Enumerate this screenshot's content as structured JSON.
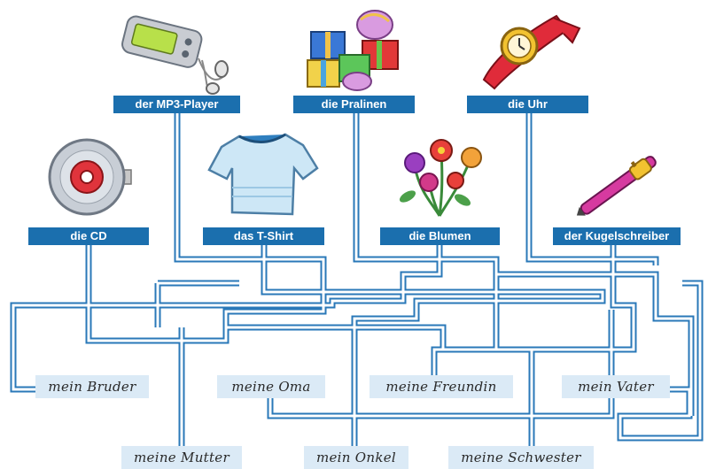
{
  "items": [
    {
      "id": "mp3",
      "label": "der MP3-Player",
      "icon": "mp3-player-icon"
    },
    {
      "id": "pralinen",
      "label": "die Pralinen",
      "icon": "gift-boxes-icon"
    },
    {
      "id": "uhr",
      "label": "die Uhr",
      "icon": "wristwatch-icon"
    },
    {
      "id": "cd",
      "label": "die CD",
      "icon": "cd-icon"
    },
    {
      "id": "tshirt",
      "label": "das T-Shirt",
      "icon": "tshirt-icon"
    },
    {
      "id": "blumen",
      "label": "die Blumen",
      "icon": "flowers-icon"
    },
    {
      "id": "kugel",
      "label": "der Kugelschreiber",
      "icon": "pen-icon"
    }
  ],
  "persons": [
    {
      "id": "bruder",
      "label": "mein Bruder"
    },
    {
      "id": "oma",
      "label": "meine Oma"
    },
    {
      "id": "freundin",
      "label": "meine Freundin"
    },
    {
      "id": "vater",
      "label": "mein Vater"
    },
    {
      "id": "mutter",
      "label": "meine Mutter"
    },
    {
      "id": "onkel",
      "label": "mein Onkel"
    },
    {
      "id": "schwester",
      "label": "meine Schwester"
    }
  ],
  "colors": {
    "label_bg": "#1b6fae",
    "label_text": "#ffffff",
    "person_bg": "#dbeaf6",
    "line": "#2a78b8"
  }
}
